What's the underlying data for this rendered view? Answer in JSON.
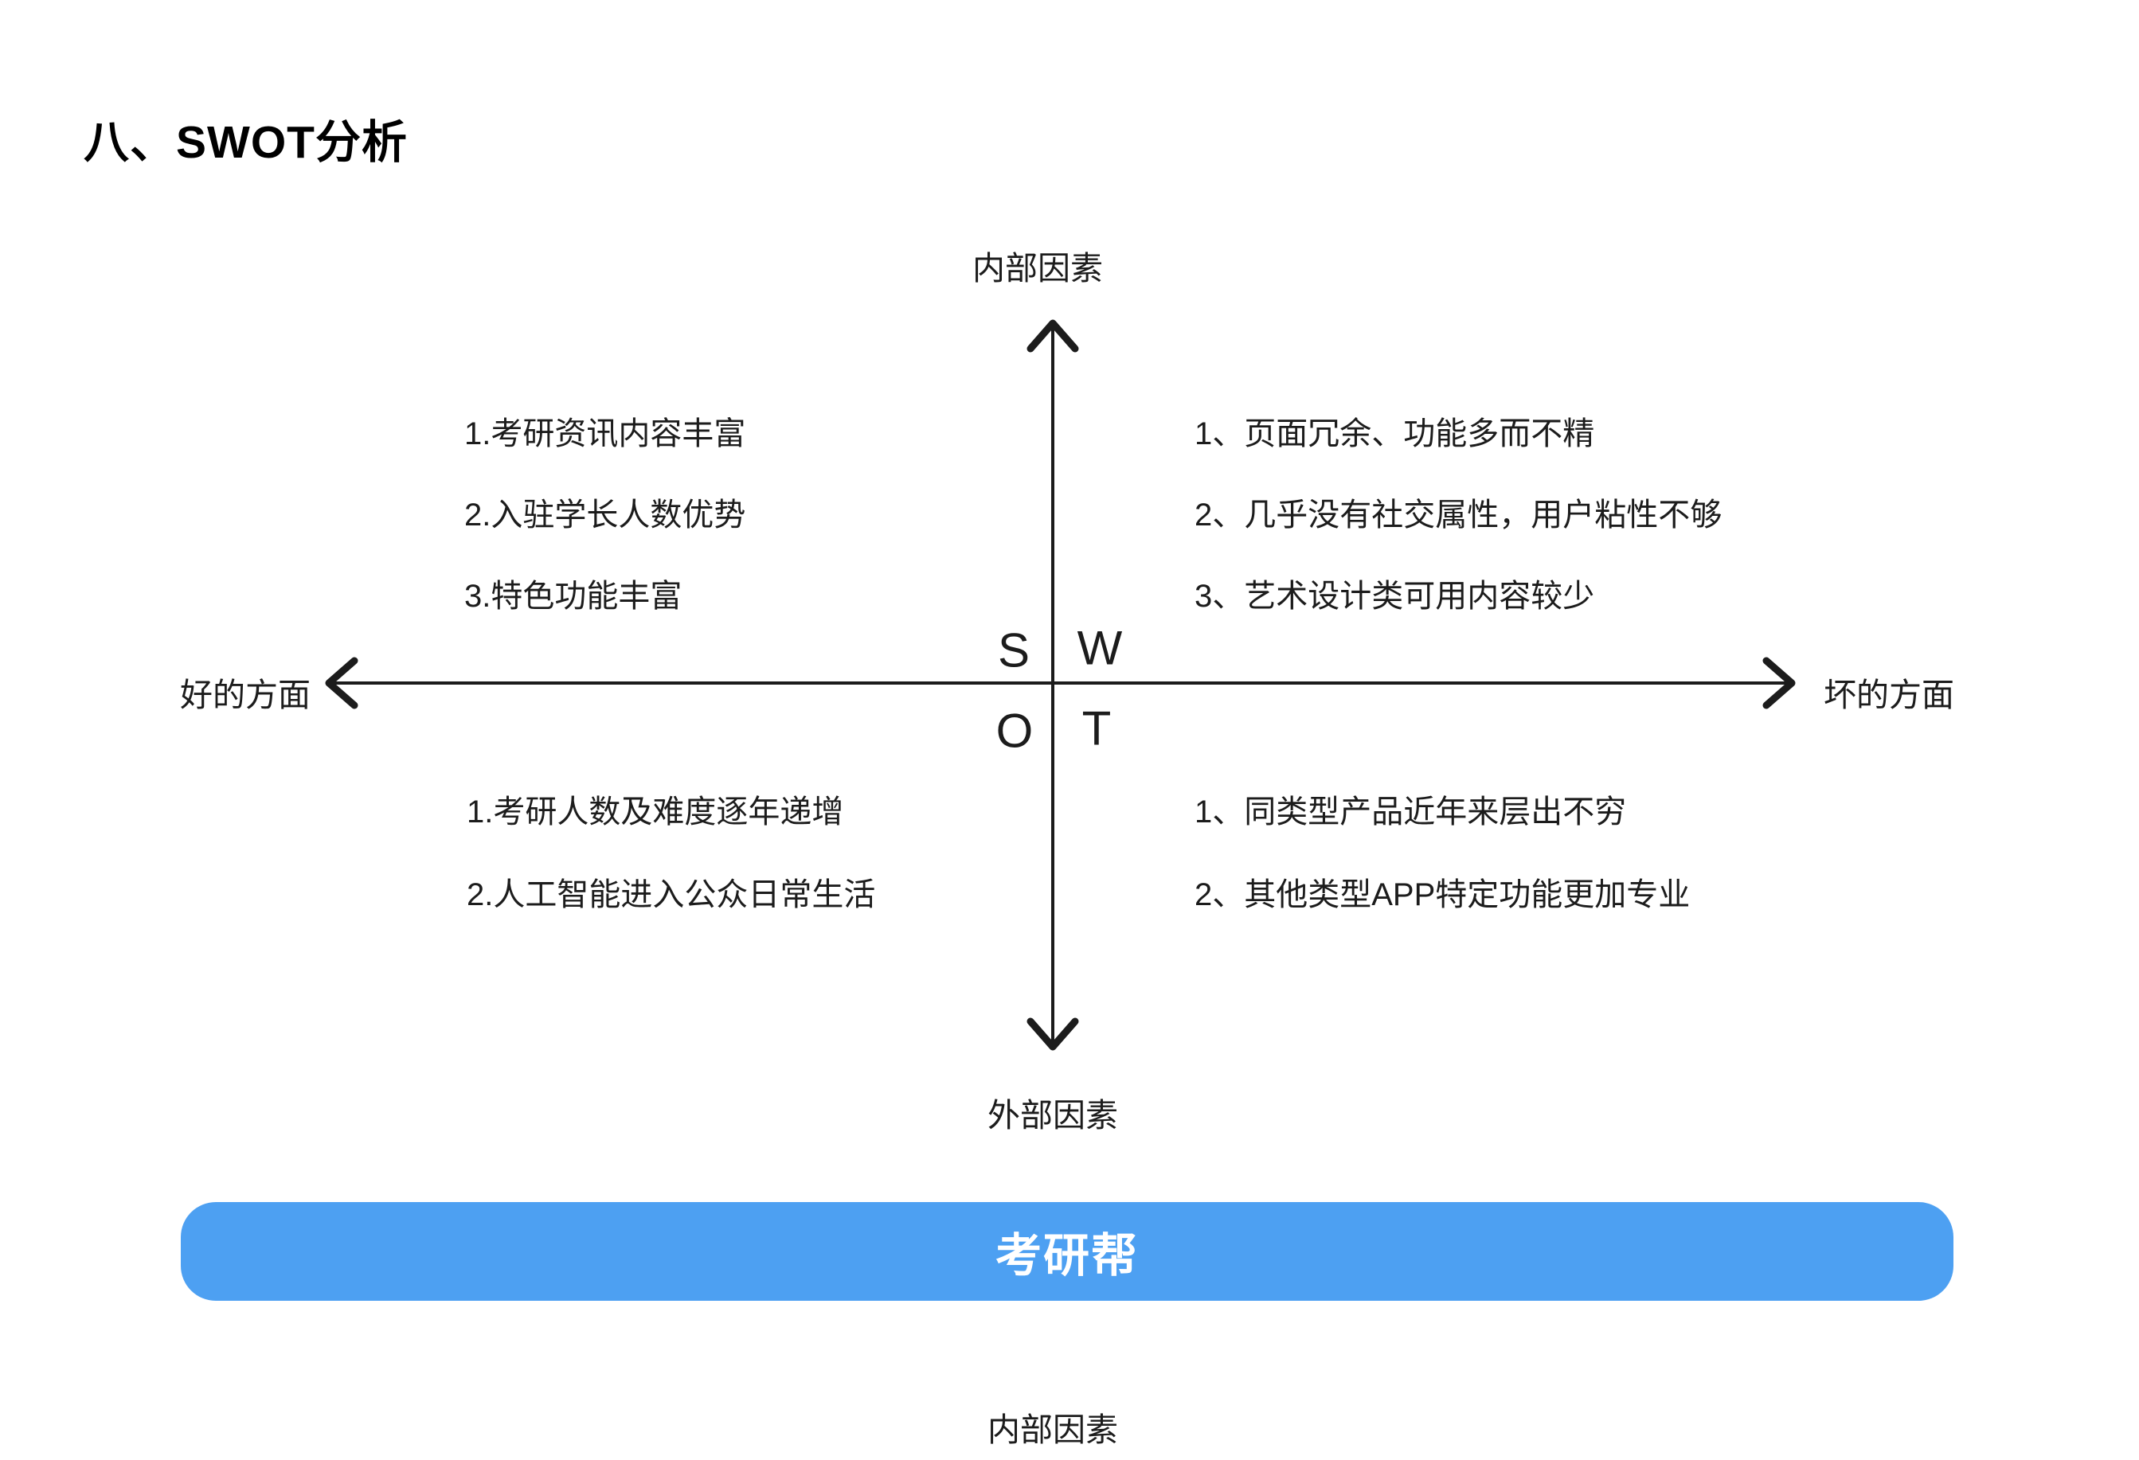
{
  "page": {
    "title": "八、SWOT分析"
  },
  "diagram": {
    "axis": {
      "top_label": "内部因素",
      "bottom_label": "外部因素",
      "left_label": "好的方面",
      "right_label": "坏的方面"
    },
    "letters": {
      "s": "S",
      "w": "W",
      "o": "O",
      "t": "T"
    },
    "quadrants": {
      "strengths": {
        "items": [
          "1.考研资讯内容丰富",
          "2.入驻学长人数优势",
          "3.特色功能丰富"
        ]
      },
      "weaknesses": {
        "items": [
          "1、页面冗余、功能多而不精",
          "2、几乎没有社交属性，用户粘性不够",
          "3、艺术设计类可用内容较少"
        ]
      },
      "opportunities": {
        "items": [
          "1.考研人数及难度逐年递增",
          "2.人工智能进入公众日常生活"
        ]
      },
      "threats": {
        "items": [
          "1、同类型产品近年来层出不穷",
          "2、其他类型APP特定功能更加专业"
        ]
      }
    }
  },
  "app_banner": {
    "label": "考研帮",
    "color": "#4DA0F2",
    "text_color": "#ffffff"
  },
  "next_section": {
    "label": "内部因素"
  },
  "colors": {
    "axis_stroke": "#1c1c1c"
  }
}
